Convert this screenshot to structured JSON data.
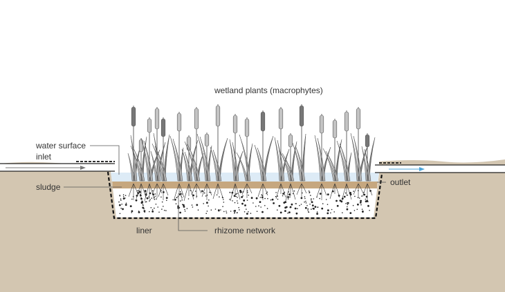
{
  "labels": {
    "title": "wetland plants (macrophytes)",
    "water_surface": "water surface",
    "inlet": "inlet",
    "sludge": "sludge",
    "outlet": "outlet",
    "liner": "liner",
    "rhizome_network": "rhizome network"
  },
  "colors": {
    "ground": "#d3c6b1",
    "water": "#dbeaf5",
    "sludge": "#c6a77f",
    "gravel": "#ffffff",
    "plant_leaf": "#b2b2b2",
    "plant_leaf_dark": "#7a7a7a",
    "seedhead_light": "#c4c4c4",
    "seedhead_dark": "#777777",
    "flow_arrow_inlet": "#777777",
    "flow_arrow_outlet": "#4aa3d8"
  }
}
